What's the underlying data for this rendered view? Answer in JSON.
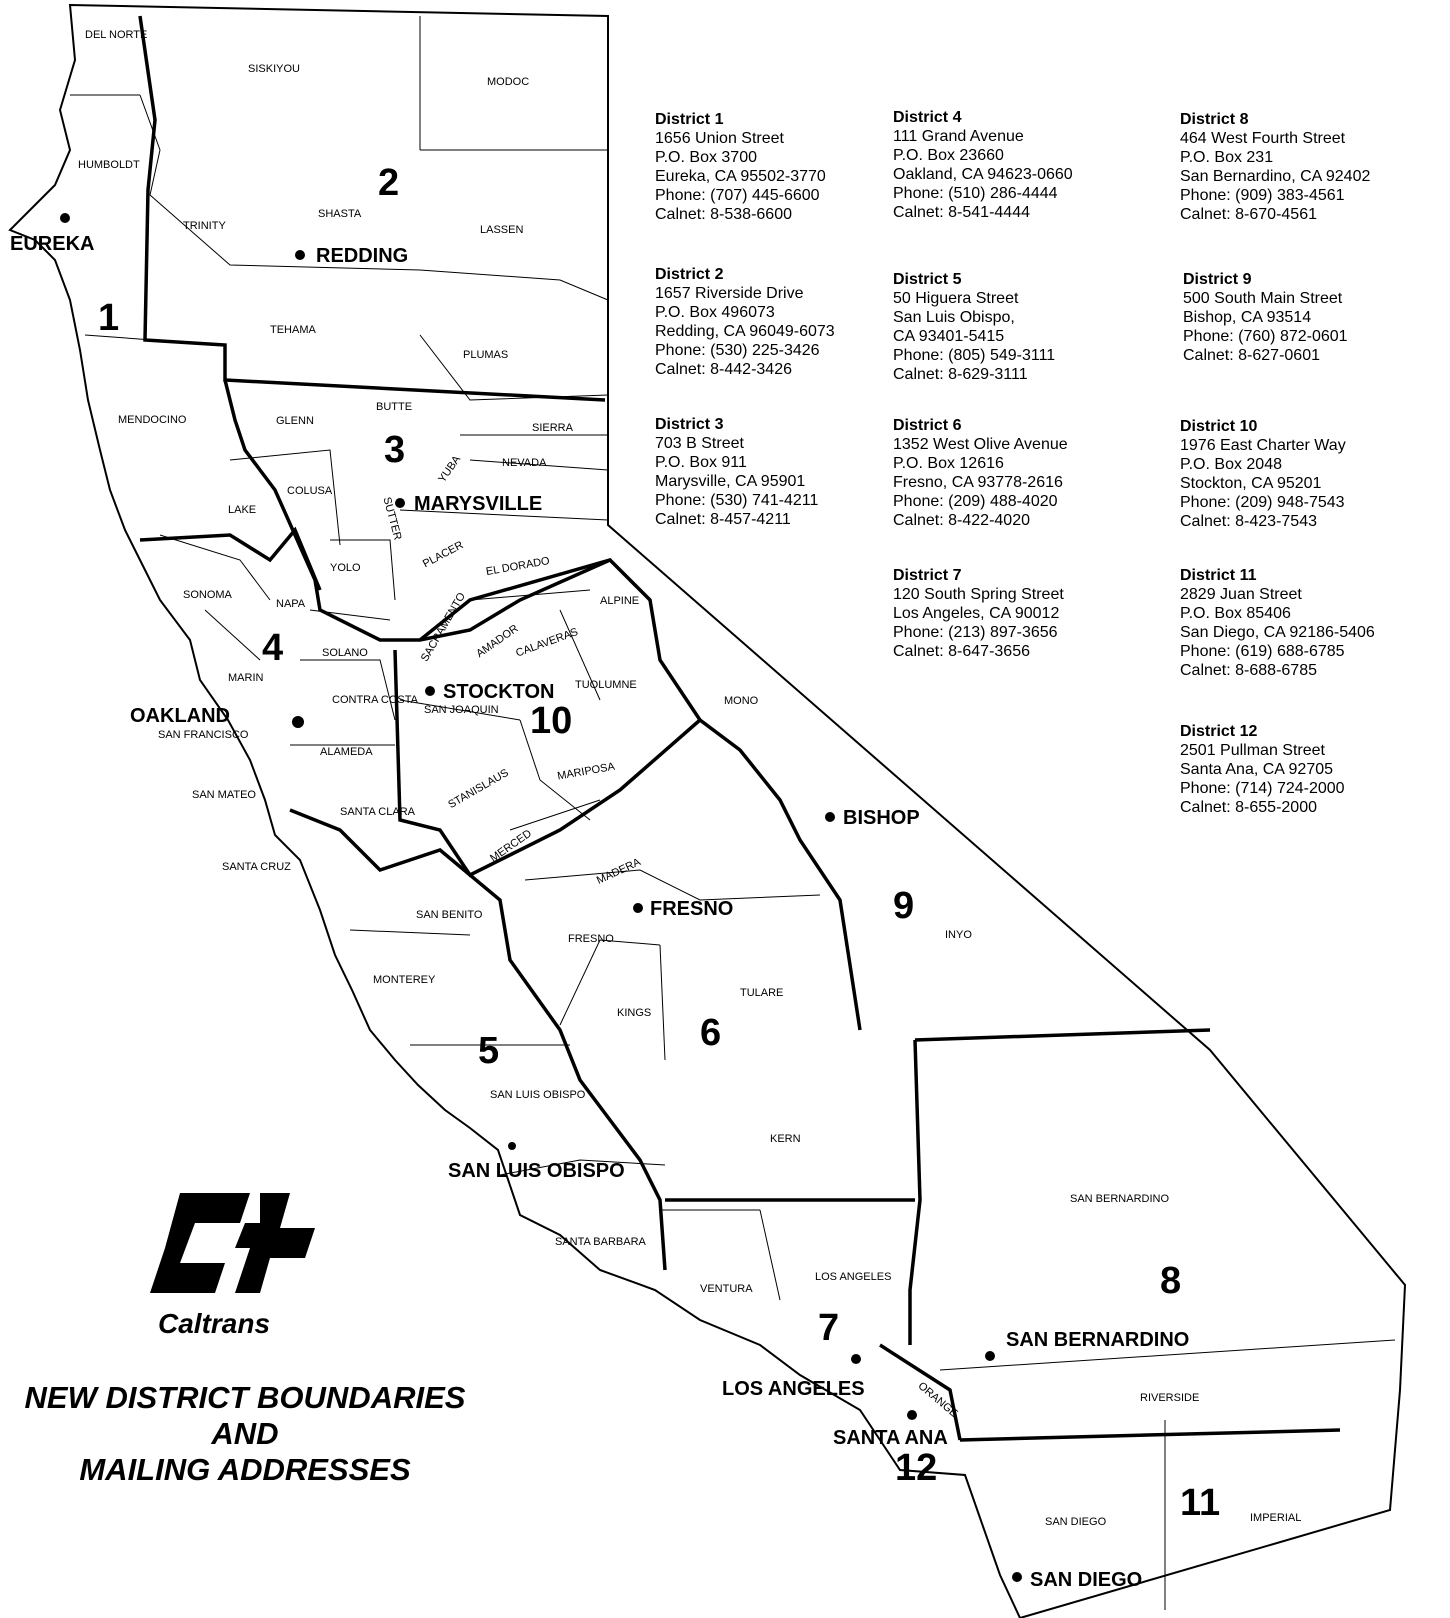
{
  "title": {
    "line1": "NEW DISTRICT BOUNDARIES",
    "line2": "AND",
    "line3": "MAILING ADDRESSES"
  },
  "logo": {
    "wordmark": "Caltrans"
  },
  "colors": {
    "ink": "#000000",
    "paper": "#ffffff"
  },
  "district_numbers": [
    "1",
    "2",
    "3",
    "4",
    "5",
    "6",
    "7",
    "8",
    "9",
    "10",
    "11",
    "12"
  ],
  "cities": [
    "EUREKA",
    "REDDING",
    "MARYSVILLE",
    "OAKLAND",
    "STOCKTON",
    "BISHOP",
    "FRESNO",
    "SAN LUIS OBISPO",
    "LOS ANGELES",
    "SAN BERNARDINO",
    "SANTA ANA",
    "SAN DIEGO"
  ],
  "counties": [
    "DEL NORTE",
    "SISKIYOU",
    "MODOC",
    "HUMBOLDT",
    "TRINITY",
    "SHASTA",
    "LASSEN",
    "TEHAMA",
    "PLUMAS",
    "MENDOCINO",
    "GLENN",
    "BUTTE",
    "SIERRA",
    "NEVADA",
    "YUBA",
    "COLUSA",
    "SUTTER",
    "LAKE",
    "YOLO",
    "PLACER",
    "EL DORADO",
    "SONOMA",
    "NAPA",
    "SOLANO",
    "SACRAMENTO",
    "AMADOR",
    "ALPINE",
    "CALAVERAS",
    "MARIN",
    "CONTRA COSTA",
    "SAN FRANCISCO",
    "TUOLUMNE",
    "MONO",
    "SAN JOAQUIN",
    "ALAMEDA",
    "STANISLAUS",
    "MARIPOSA",
    "SAN MATEO",
    "SANTA CLARA",
    "MERCED",
    "MADERA",
    "SANTA CRUZ",
    "SAN BENITO",
    "FRESNO",
    "INYO",
    "MONTEREY",
    "TULARE",
    "KINGS",
    "SAN LUIS OBISPO",
    "KERN",
    "SAN BERNARDINO",
    "SANTA BARBARA",
    "VENTURA",
    "LOS ANGELES",
    "RIVERSIDE",
    "ORANGE",
    "SAN DIEGO",
    "IMPERIAL"
  ],
  "districts": [
    {
      "name": "District 1",
      "lines": [
        "1656 Union Street",
        "P.O. Box 3700",
        "Eureka, CA  95502-3770",
        "Phone:  (707) 445-6600",
        "Calnet:  8-538-6600"
      ]
    },
    {
      "name": "District 2",
      "lines": [
        "1657 Riverside Drive",
        "P.O. Box 496073",
        "Redding, CA  96049-6073",
        "Phone:  (530) 225-3426",
        "Calnet:  8-442-3426"
      ]
    },
    {
      "name": "District 3",
      "lines": [
        "703 B Street",
        "P.O. Box 911",
        "Marysville, CA  95901",
        "Phone:  (530) 741-4211",
        "Calnet:  8-457-4211"
      ]
    },
    {
      "name": "District 4",
      "lines": [
        "111 Grand Avenue",
        "P.O. Box 23660",
        "Oakland, CA  94623-0660",
        "Phone:  (510) 286-4444",
        "Calnet:  8-541-4444"
      ]
    },
    {
      "name": "District 5",
      "lines": [
        "50 Higuera Street",
        "San Luis Obispo,",
        "CA  93401-5415",
        "Phone:  (805) 549-3111",
        "Calnet:  8-629-3111"
      ]
    },
    {
      "name": "District 6",
      "lines": [
        "1352 West Olive Avenue",
        "P.O. Box 12616",
        "Fresno, CA  93778-2616",
        "Phone:  (209) 488-4020",
        "Calnet:  8-422-4020"
      ]
    },
    {
      "name": "District 7",
      "lines": [
        "120 South Spring Street",
        "Los Angeles, CA  90012",
        "Phone:  (213) 897-3656",
        "Calnet:   8-647-3656"
      ]
    },
    {
      "name": "District 8",
      "lines": [
        "464 West Fourth Street",
        "P.O. Box 231",
        "San Bernardino, CA  92402",
        "Phone:  (909) 383-4561",
        "Calnet:  8-670-4561"
      ]
    },
    {
      "name": "District 9",
      "lines": [
        "500 South Main Street",
        "Bishop, CA  93514",
        "Phone:  (760) 872-0601",
        "Calnet:  8-627-0601"
      ]
    },
    {
      "name": "District 10",
      "lines": [
        "1976 East Charter Way",
        "P.O. Box 2048",
        "Stockton, CA  95201",
        "Phone:  (209) 948-7543",
        "Calnet:  8-423-7543"
      ]
    },
    {
      "name": "District 11",
      "lines": [
        "2829 Juan Street",
        "P.O. Box 85406",
        "San Diego, CA  92186-5406",
        "Phone:  (619) 688-6785",
        "Calnet:  8-688-6785"
      ]
    },
    {
      "name": "District 12",
      "lines": [
        "2501 Pullman Street",
        "Santa Ana, CA  92705",
        "Phone:  (714) 724-2000",
        "Calnet:  8-655-2000"
      ]
    }
  ]
}
